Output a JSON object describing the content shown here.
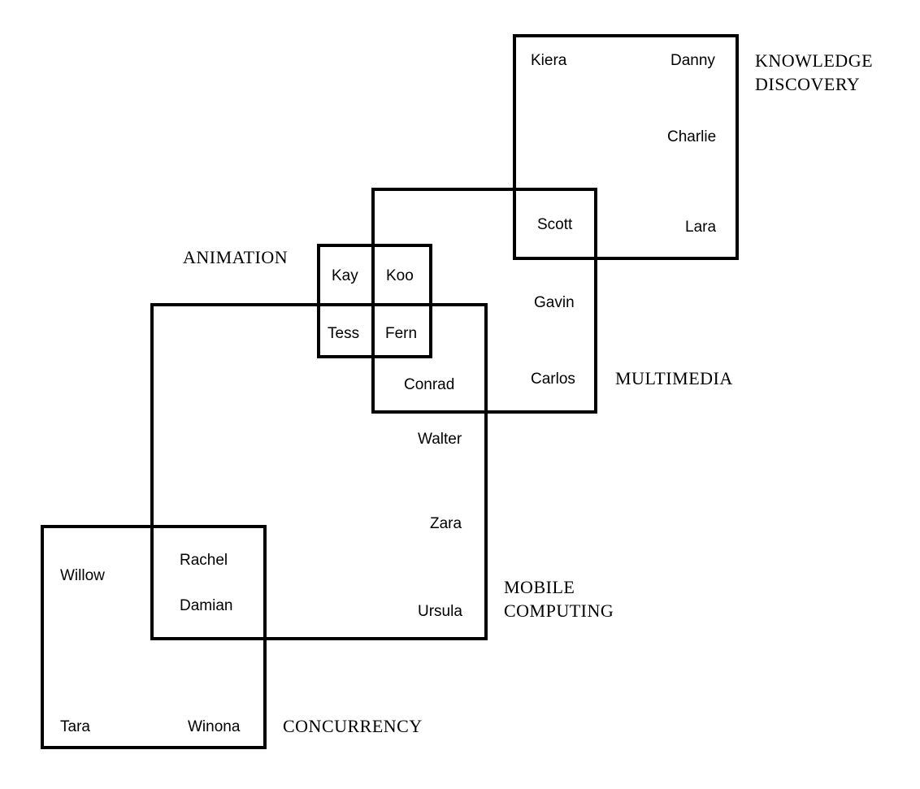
{
  "groups": {
    "knowledge_discovery": {
      "line1": "KNOWLEDGE",
      "line2": "DISCOVERY"
    },
    "multimedia": {
      "line1": "MULTIMEDIA"
    },
    "animation": {
      "line1": "ANIMATION"
    },
    "mobile_computing": {
      "line1": "MOBILE",
      "line2": "COMPUTING"
    },
    "concurrency": {
      "line1": "CONCURRENCY"
    }
  },
  "people": {
    "kiera": "Kiera",
    "danny": "Danny",
    "charlie": "Charlie",
    "scott": "Scott",
    "lara": "Lara",
    "kay": "Kay",
    "koo": "Koo",
    "tess": "Tess",
    "fern": "Fern",
    "gavin": "Gavin",
    "carlos": "Carlos",
    "conrad": "Conrad",
    "walter": "Walter",
    "zara": "Zara",
    "ursula": "Ursula",
    "rachel": "Rachel",
    "damian": "Damian",
    "willow": "Willow",
    "tara": "Tara",
    "winona": "Winona"
  }
}
